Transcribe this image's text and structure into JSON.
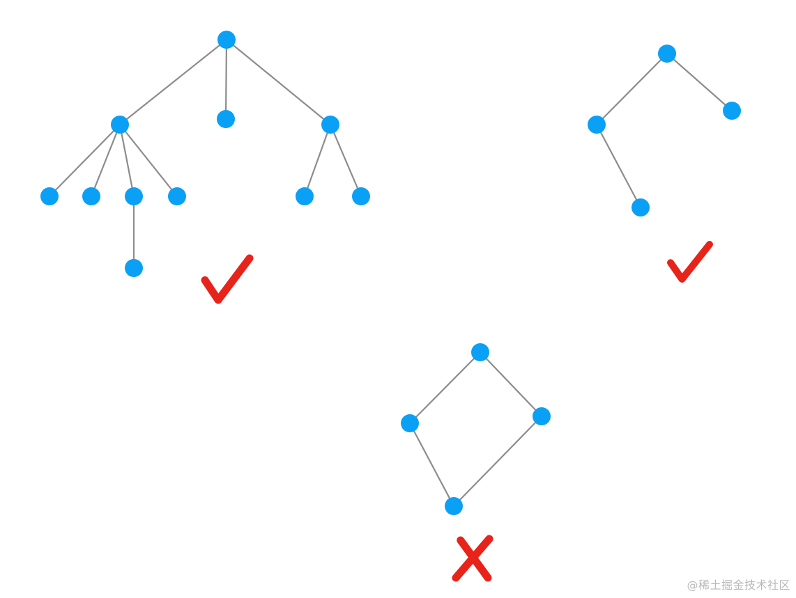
{
  "colors": {
    "node": "#0aa0f5",
    "edge": "#8c8c8c",
    "valid_mark": "#e8231a",
    "invalid_mark": "#e8231a"
  },
  "diagrams": [
    {
      "name": "tree-large",
      "verdict": "valid",
      "nodes": [
        "root",
        "a",
        "b",
        "c",
        "a1",
        "a2",
        "a3",
        "a4",
        "a3x",
        "c1",
        "c2"
      ],
      "edges": [
        [
          "root",
          "a"
        ],
        [
          "root",
          "b"
        ],
        [
          "root",
          "c"
        ],
        [
          "a",
          "a1"
        ],
        [
          "a",
          "a2"
        ],
        [
          "a",
          "a3"
        ],
        [
          "a",
          "a4"
        ],
        [
          "a3",
          "a3x"
        ],
        [
          "c",
          "c1"
        ],
        [
          "c",
          "c2"
        ]
      ]
    },
    {
      "name": "tree-small",
      "verdict": "valid",
      "nodes": [
        "r",
        "l",
        "rr",
        "ll"
      ],
      "edges": [
        [
          "r",
          "l"
        ],
        [
          "r",
          "rr"
        ],
        [
          "l",
          "ll"
        ]
      ]
    },
    {
      "name": "cycle-graph",
      "verdict": "invalid",
      "nodes": [
        "t",
        "lft",
        "rgt",
        "bot"
      ],
      "edges": [
        [
          "t",
          "lft"
        ],
        [
          "t",
          "rgt"
        ],
        [
          "lft",
          "bot"
        ],
        [
          "rgt",
          "bot"
        ]
      ]
    }
  ],
  "watermark": "@稀土掘金技术社区"
}
